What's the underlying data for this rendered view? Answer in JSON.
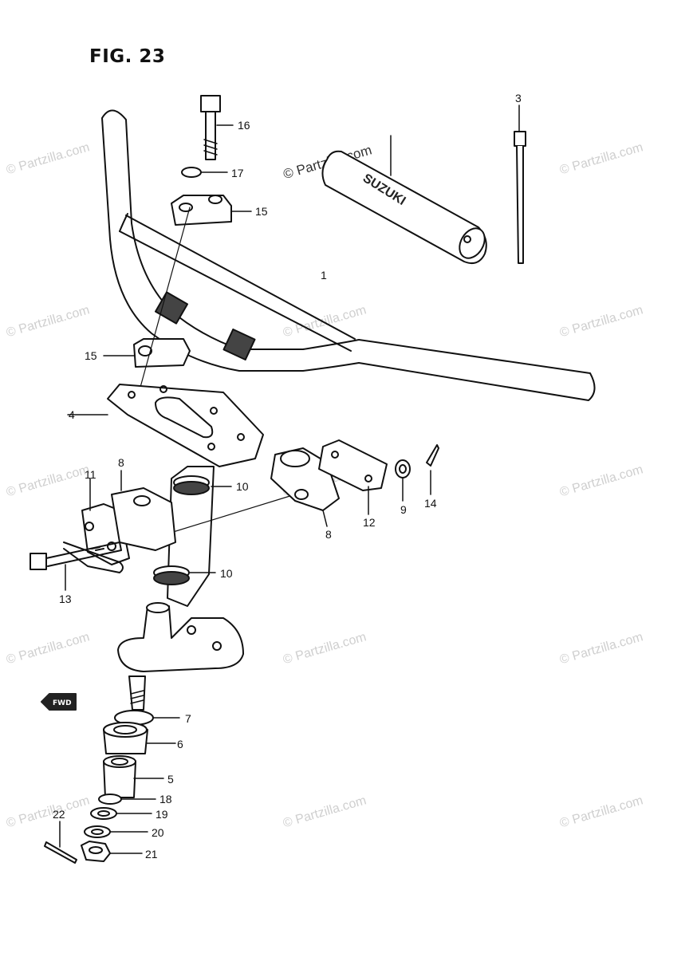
{
  "figure": {
    "title": "FIG. 23"
  },
  "watermark": {
    "text": "© Partzilla.com"
  },
  "brand_text": "SUZUKI",
  "fwd_text": "FWD",
  "callouts": {
    "c1": "1",
    "c3": "3",
    "c4": "4",
    "c5": "5",
    "c6": "6",
    "c7": "7",
    "c8a": "8",
    "c8b": "8",
    "c9": "9",
    "c10a": "10",
    "c10b": "10",
    "c11": "11",
    "c12": "12",
    "c13": "13",
    "c14": "14",
    "c15a": "15",
    "c15b": "15",
    "c16": "16",
    "c17": "17",
    "c18": "18",
    "c19": "19",
    "c20": "20",
    "c21": "21",
    "c22": "22"
  }
}
